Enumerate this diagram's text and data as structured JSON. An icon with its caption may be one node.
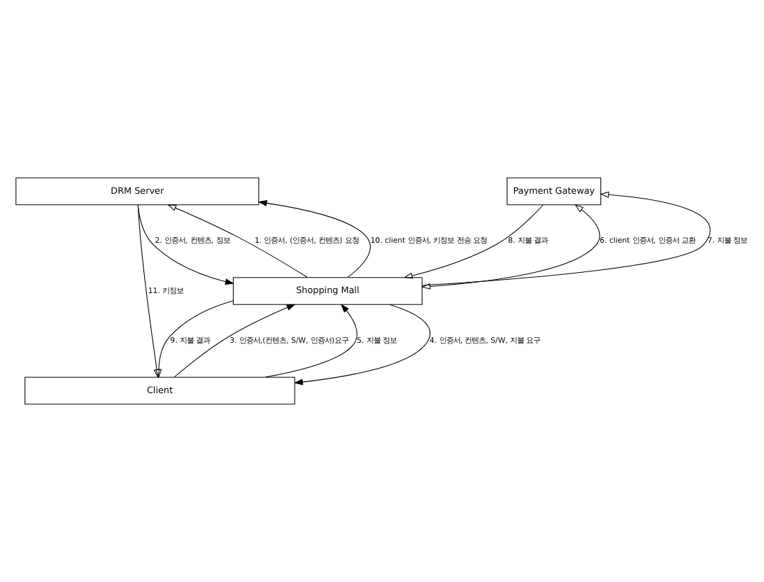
{
  "diagram": {
    "nodes": [
      {
        "text": [
          "DRM Server"
        ]
      },
      {
        "text": [
          "Payment Gateway"
        ]
      },
      {
        "text": [
          "Shopping Mall"
        ]
      },
      {
        "text": [
          "Client"
        ]
      }
    ],
    "edges": [
      {
        "from": 2,
        "to": 0,
        "arrow": "to",
        "label": "1. 인증서, (인증서, 컨텐츠) 요청"
      },
      {
        "from": 0,
        "to": 2,
        "arrow": "to",
        "label": "2. 인증서, 컨텐츠, 정보"
      },
      {
        "from": 3,
        "to": 2,
        "arrow": "to",
        "label": "3. 인증서,(컨텐츠, S/W, 인증서)요구"
      },
      {
        "from": 2,
        "to": 3,
        "arrow": "to",
        "label": "4. 인증서, 컨텐츠, S/W, 지불 요구"
      },
      {
        "from": 3,
        "to": 2,
        "arrow": "to",
        "label": "5. 지불 정보"
      },
      {
        "from": 2,
        "to": 1,
        "arrow": "both",
        "label": "6. client 인증서, 인증서 교환"
      },
      {
        "from": 2,
        "to": 1,
        "arrow": "to",
        "label": "7. 지불 정보"
      },
      {
        "from": 1,
        "to": 2,
        "arrow": "to",
        "label": "8. 지불 결과"
      },
      {
        "from": 2,
        "to": 3,
        "arrow": "to",
        "label": "9. 지불 결과"
      },
      {
        "from": 2,
        "to": 0,
        "arrow": "to",
        "label": "10. client 인증서, 키정보 전송 요청"
      },
      {
        "from": 0,
        "to": 3,
        "arrow": "to",
        "label": "11. 키정보"
      }
    ]
  }
}
